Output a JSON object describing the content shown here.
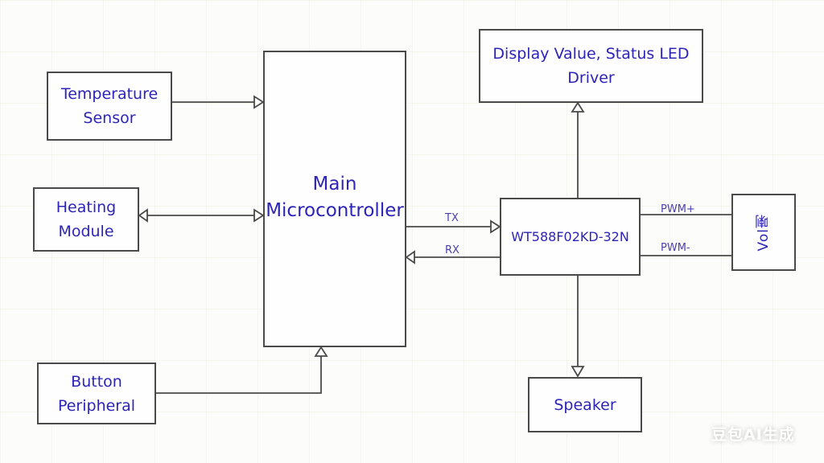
{
  "diagram": {
    "type": "block-diagram",
    "blocks": {
      "temperature_sensor": {
        "lines": [
          "Temperature",
          "Sensor"
        ]
      },
      "heating_module": {
        "lines": [
          "Heating",
          "Module"
        ]
      },
      "button_peripheral": {
        "lines": [
          "Button",
          "Peripheral"
        ]
      },
      "main_microcontroller": {
        "lines": [
          "Main",
          "Microcontroller"
        ]
      },
      "display_driver": {
        "lines": [
          "Display Value, Status LED",
          "Driver"
        ]
      },
      "voice_chip": {
        "lines": [
          "WT588F02KD-32N"
        ]
      },
      "speaker": {
        "lines": [
          "Speaker"
        ]
      },
      "output_device": {
        "lines": [
          "Vol喇"
        ]
      }
    },
    "signals": {
      "tx": "TX",
      "rx": "RX",
      "pwm_plus": "PWM+",
      "pwm_minus": "PWM-"
    },
    "connections": [
      {
        "from": "Temperature Sensor",
        "to": "Main Microcontroller",
        "direction": "one-way"
      },
      {
        "from": "Heating Module",
        "to": "Main Microcontroller",
        "direction": "bidirectional"
      },
      {
        "from": "Button Peripheral",
        "to": "Main Microcontroller",
        "direction": "one-way"
      },
      {
        "from": "Main Microcontroller",
        "to": "WT588F02KD-32N",
        "label": "TX",
        "direction": "one-way"
      },
      {
        "from": "WT588F02KD-32N",
        "to": "Main Microcontroller",
        "label": "RX",
        "direction": "one-way"
      },
      {
        "from": "WT588F02KD-32N",
        "to": "Display Value, Status LED Driver",
        "direction": "one-way"
      },
      {
        "from": "WT588F02KD-32N",
        "to": "Speaker",
        "direction": "one-way"
      },
      {
        "from": "WT588F02KD-32N",
        "to": "Output Device",
        "label": "PWM+",
        "direction": "none"
      },
      {
        "from": "WT588F02KD-32N",
        "to": "Output Device",
        "label": "PWM-",
        "direction": "none"
      }
    ]
  },
  "watermark": "豆包AI生成",
  "colors": {
    "text": "#2d24b8",
    "lines": "#4a4a4a",
    "background": "#fcfcfa"
  }
}
